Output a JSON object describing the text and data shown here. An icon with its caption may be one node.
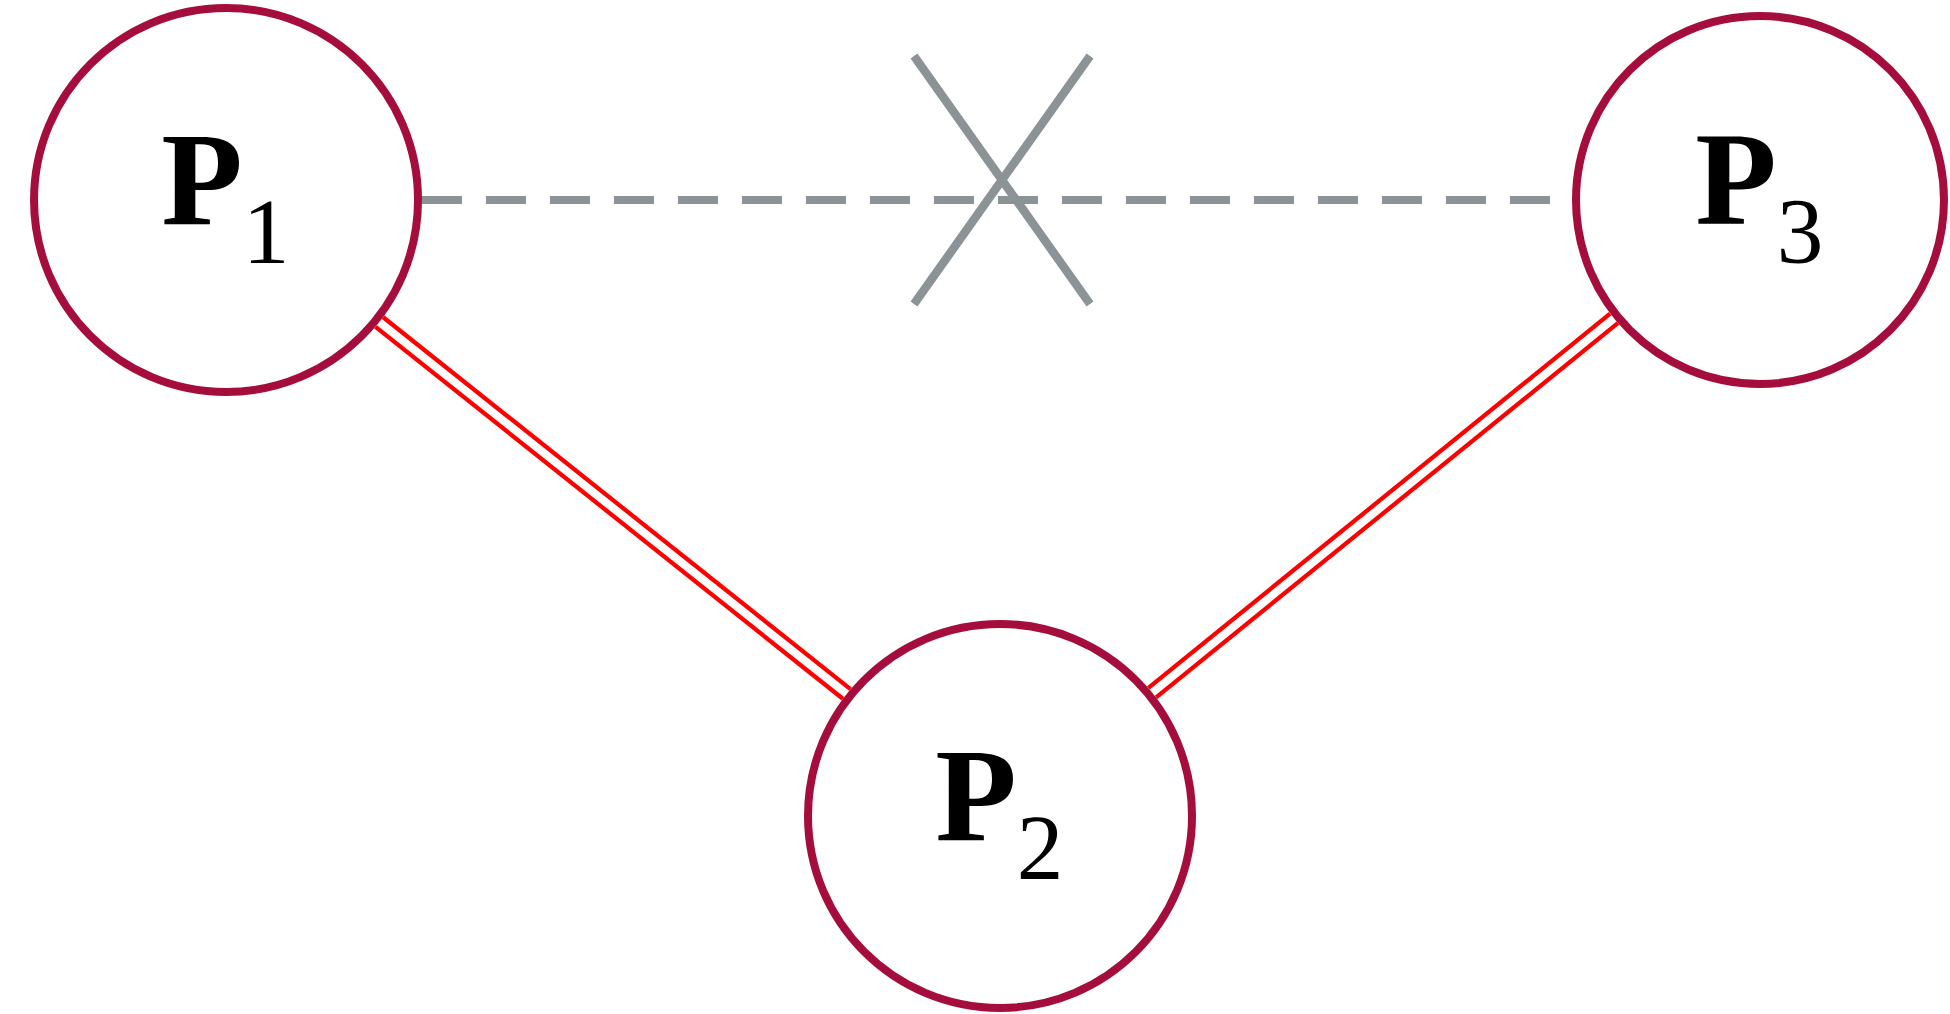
{
  "diagram": {
    "nodes": [
      {
        "text": [
          "**P**$_{1}$"
        ]
      },
      {
        "text": [
          "**P**$_{2}$"
        ]
      },
      {
        "text": [
          "**P**$_{3}$"
        ]
      }
    ],
    "edges": [
      {
        "from": 0,
        "to": 2,
        "arrow": "none",
        "style": "dashed",
        "color": "#8c9396"
      },
      {
        "from": 0,
        "to": 1,
        "arrow": "none"
      },
      {
        "from": 2,
        "to": 1,
        "arrow": "none"
      }
    ]
  }
}
